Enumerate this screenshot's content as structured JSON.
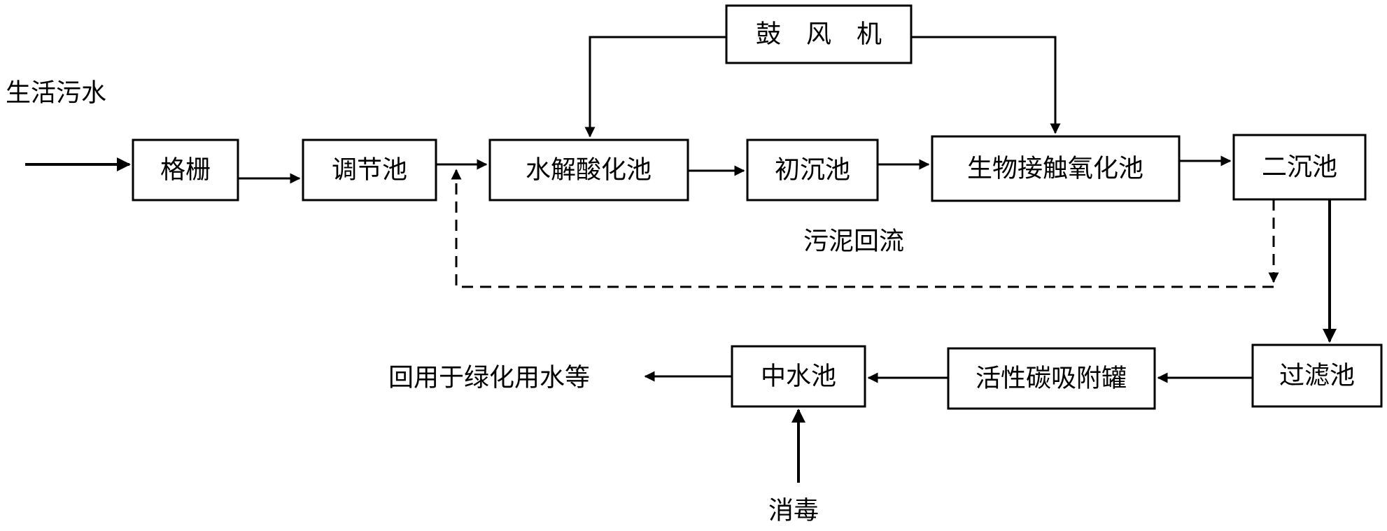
{
  "nodes": {
    "inflow": "生活污水",
    "grille": "格栅",
    "regulating_tank": "调节池",
    "hydrolysis_tank": "水解酸化池",
    "primary_settling": "初沉池",
    "bio_contact_oxidation": "生物接触氧化池",
    "secondary_settling": "二沉池",
    "blower": "鼓　风　机",
    "sludge_return": "污泥回流",
    "filter_tank": "过滤池",
    "carbon_adsorption": "活性碳吸附罐",
    "reclaimed_water_tank": "中水池",
    "reuse": "回用于绿化用水等",
    "disinfection": "消毒"
  },
  "colors": {
    "line": "#000000",
    "box_fill": "#ffffff",
    "text": "#000000"
  }
}
